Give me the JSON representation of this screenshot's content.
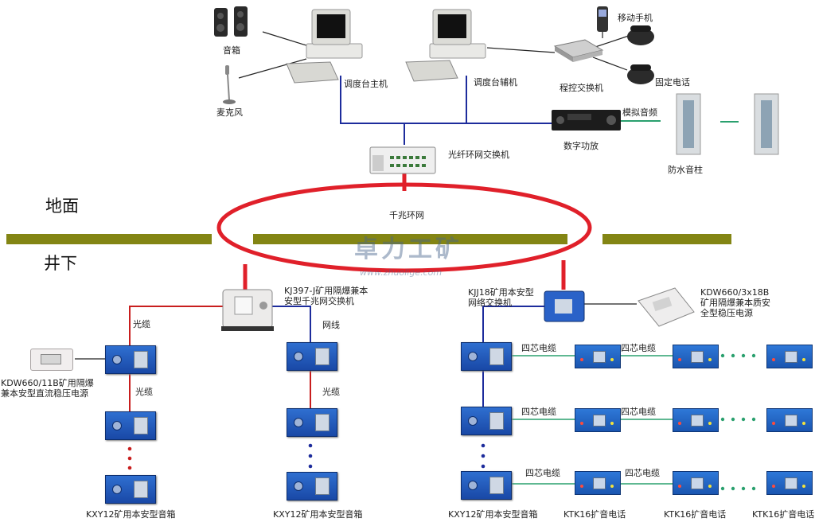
{
  "labels": {
    "speaker": "音箱",
    "microphone": "麦克风",
    "console_main": "调度台主机",
    "console_aux": "调度台辅机",
    "mobile_phone": "移动手机",
    "pbx": "程控交换机",
    "fixed_phone": "固定电话",
    "analog_audio": "模拟音频",
    "digital_amp": "数字功放",
    "waterproof_column": "防水音柱",
    "fiber_ring_switch": "光纤环网交换机",
    "surface": "地面",
    "underground": "井下",
    "gigabit_ring": "千兆环网",
    "watermark_cn": "卓力工矿",
    "watermark_url": "www.zhuolige.com",
    "kj397": "KJ397-J矿用隔爆兼本安型千兆网交换机",
    "kjj18": "KJJ18矿用本安型网络交换机",
    "kdw660_3": "KDW660/3x18B矿用隔爆兼本质安全型稳压电源",
    "kdw660_11": "KDW660/11B矿用隔爆兼本安型直流稳压电源",
    "fiber_cable_1": "光缆",
    "fiber_cable_2": "光缆",
    "fiber_cable_3": "光缆",
    "network_cable": "网线",
    "four_core_cable": "四芯电缆",
    "kxy_1": "KXY12矿用本安型音箱",
    "kxy_2": "KXY12矿用本安型音箱",
    "kxy_3": "KXY12矿用本安型音箱",
    "ktk_1": "KTK16扩音电话",
    "ktk_2": "KTK16扩音电话",
    "ktk_3": "KTK16扩音电话"
  },
  "colors": {
    "ring": "#e0202a",
    "ground_bar": "#838514",
    "blue_line": "#1d2c9c",
    "red_line": "#c81e1e",
    "green_line": "#2aa06e",
    "device_blue": "#1f56b8"
  }
}
